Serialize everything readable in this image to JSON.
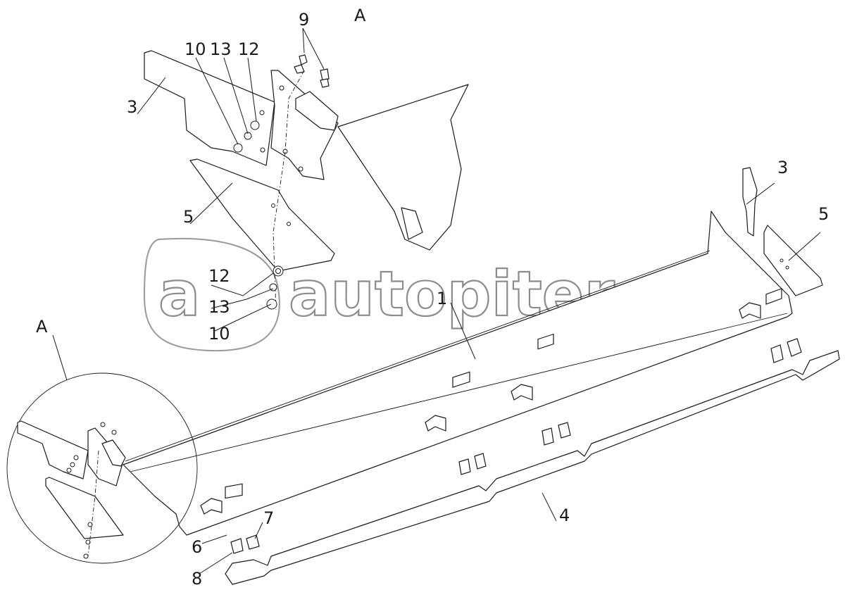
{
  "view_label": "A",
  "detail_label": "A",
  "watermark": "autopiter.ru",
  "watermark_icon": "a",
  "callouts": {
    "c1": "1",
    "c3_top": "3",
    "c3_right": "3",
    "c4": "4",
    "c5_top": "5",
    "c5_right": "5",
    "c6": "6",
    "c7": "7",
    "c8": "8",
    "c9": "9",
    "c10_top": "10",
    "c10_mid": "10",
    "c12_top": "12",
    "c12_mid": "12",
    "c13_top": "13",
    "c13_mid": "13"
  }
}
